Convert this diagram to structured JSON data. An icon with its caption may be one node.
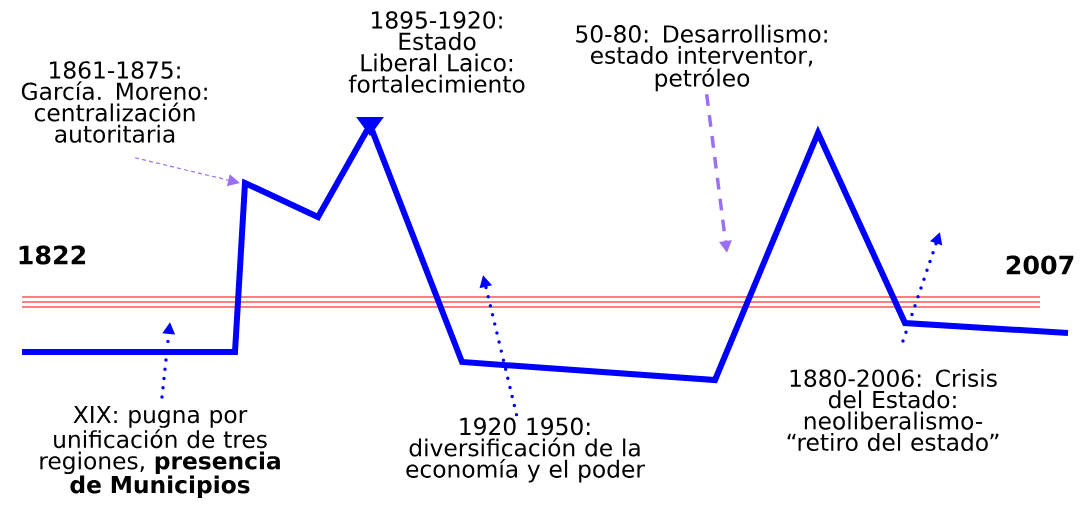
{
  "diagram": {
    "nodes": [
      {
        "text": [
          "1861-1875: García. Moreno: centralización autoritaria"
        ]
      },
      {
        "text": [
          "1895-1920: Estado Liberal Laico: fortalecimiento"
        ]
      },
      {
        "text": [
          "50-80: Desarrollismo: estado interventor, petróleo"
        ]
      },
      {
        "text": [
          "XIX: pugna por unificación de tres regiones, **presencia de Municipios**"
        ]
      },
      {
        "text": [
          "1920 1950: diversificación de la economía y el poder"
        ]
      },
      {
        "text": [
          "1880-2006: Crisis del Estado: neoliberalismo- “retiro del estado”"
        ]
      }
    ],
    "edges": [
      {
        "from": 0,
        "to": null,
        "arrow": "to",
        "style": "dashed",
        "color": "#9b6ff2"
      },
      {
        "from": 2,
        "to": null,
        "arrow": "to",
        "style": "dashed",
        "color": "#9b6ff2"
      },
      {
        "from": 3,
        "to": null,
        "arrow": "to"
      },
      {
        "from": 4,
        "to": null,
        "arrow": "to"
      },
      {
        "from": 5,
        "to": null,
        "arrow": "to"
      }
    ],
    "labels": [
      "1822",
      "2007"
    ]
  }
}
